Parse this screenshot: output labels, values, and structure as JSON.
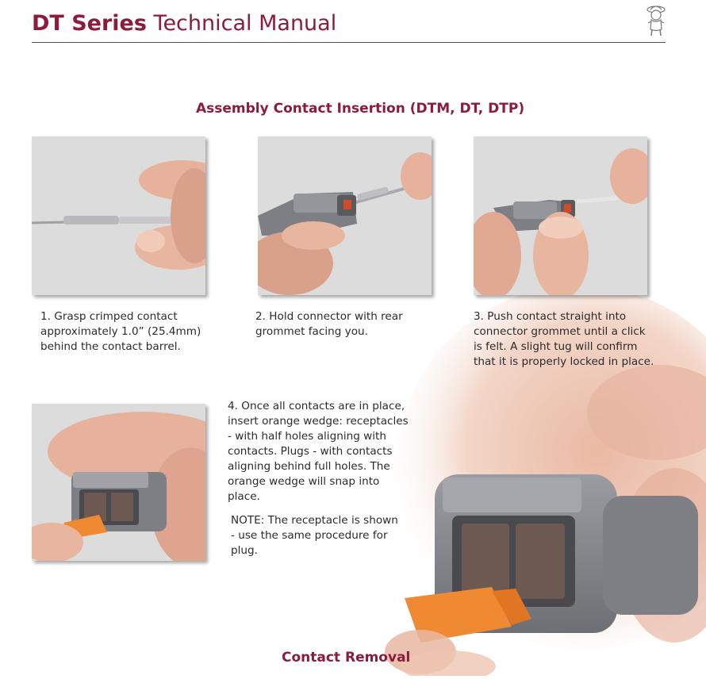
{
  "header": {
    "title_bold": "DT Series",
    "title_rest": " Technical Manual",
    "logo_icon": "mascot-logo-icon"
  },
  "section": {
    "title": "Assembly Contact Insertion (DTM, DT, DTP)"
  },
  "steps": [
    {
      "caption": "1. Grasp crimped contact approximately 1.0” (25.4mm) behind the contact barrel.",
      "icon": "crimped-contact-photo"
    },
    {
      "caption": "2. Hold connector with rear grommet facing you.",
      "icon": "connector-grommet-photo"
    },
    {
      "caption": "3. Push contact straight into connector grommet until a click is felt. A slight tug will confirm that it is properly locked in place.",
      "icon": "push-contact-photo"
    },
    {
      "caption": "4. Once all contacts are in place, insert orange wedge: receptacles - with half holes aligning with contacts. Plugs - with contacts aligning behind full holes. The orange wedge will snap into place.",
      "icon": "orange-wedge-photo"
    }
  ],
  "note": "NOTE: The receptacle is shown - use the same procedure for plug.",
  "next_section": {
    "title": "Contact Removal"
  },
  "colors": {
    "brand": "#8b1c3a",
    "connector_gray": "#7d7f85",
    "wedge_orange": "#f08a32",
    "skin": "#e8b49c"
  }
}
